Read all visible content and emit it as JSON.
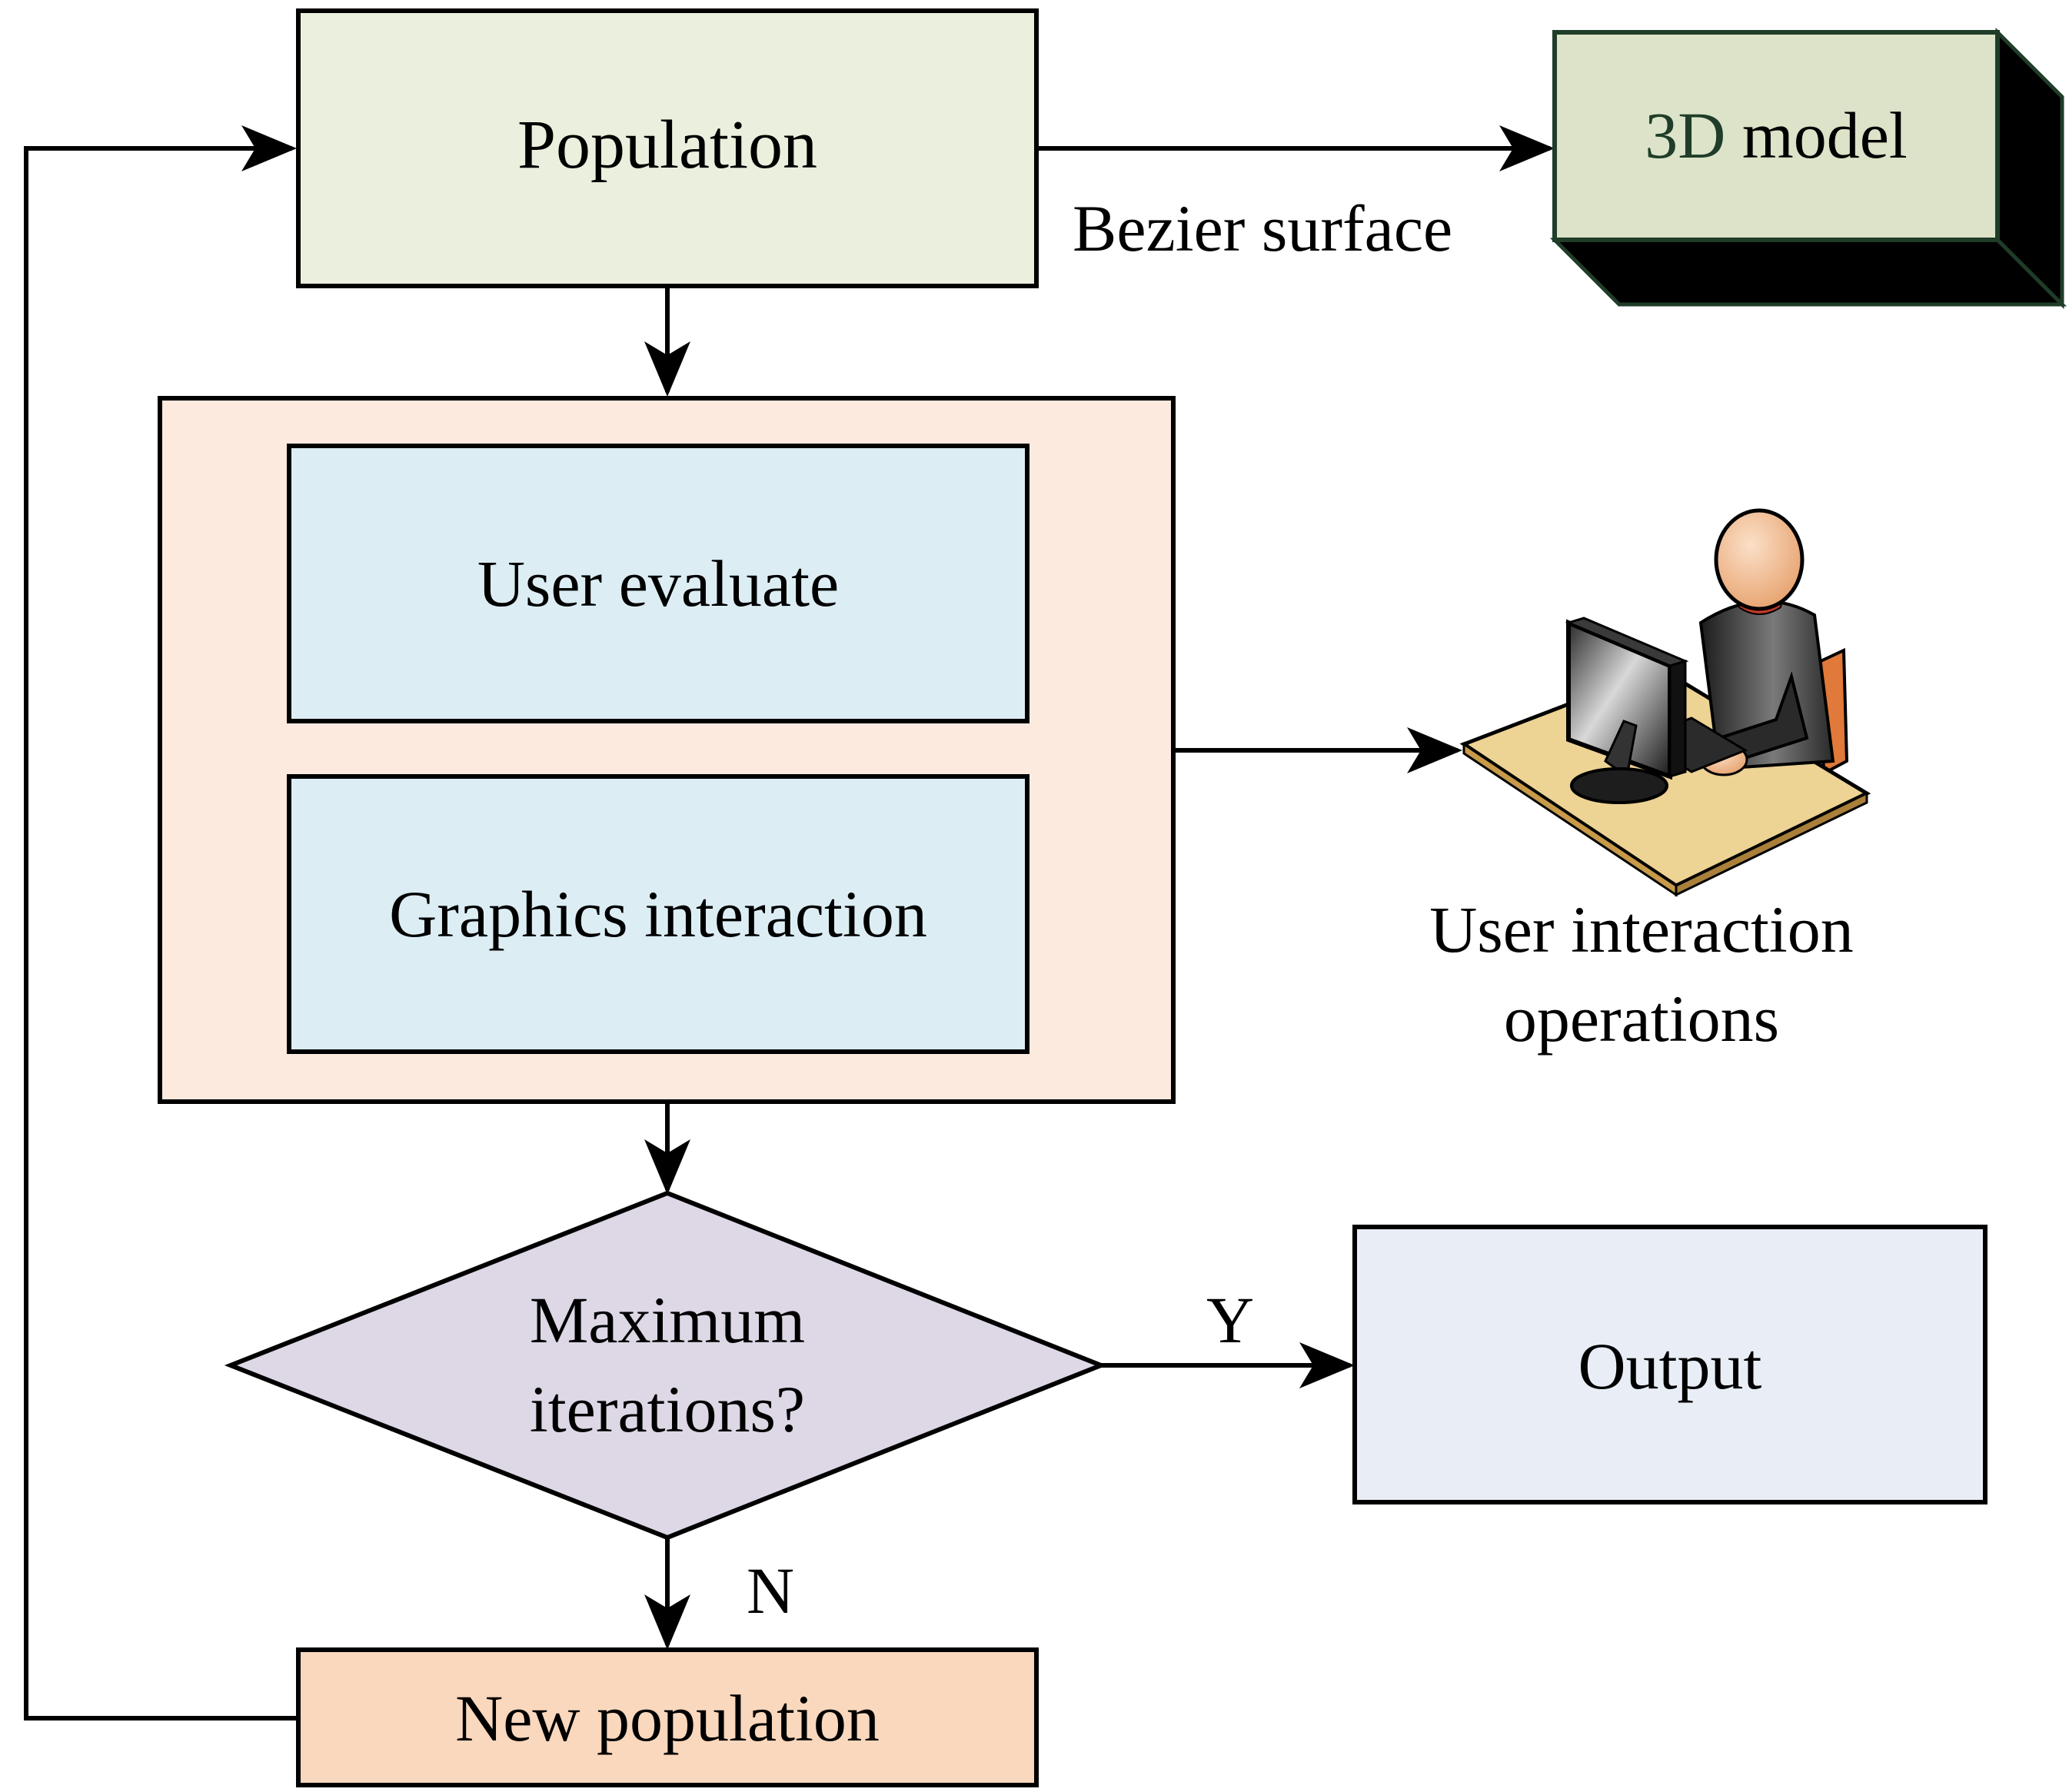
{
  "nodes": {
    "population": "Population",
    "model_3d_prefix": "3D",
    "model_3d_suffix": " model",
    "user_evaluate": "User evaluate",
    "graphics_interaction": "Graphics interaction",
    "decision_line1": "Maximum",
    "decision_line2": "iterations?",
    "output": "Output",
    "new_population": "New population"
  },
  "edge_labels": {
    "bezier": "Bezier surface",
    "yes": "Y",
    "no": "N"
  },
  "caption": {
    "line1": "User interaction",
    "line2": "operations"
  },
  "icons": {
    "user_workstation": "user-at-computer-icon"
  },
  "colors": {
    "population_fill": "#EAF0DD",
    "model_face": "#DCE3C8",
    "model_border": "#1F3D28",
    "model_text_accent": "#1F3D28",
    "group_fill": "#FCEADE",
    "inner_fill": "#DCEEF4",
    "decision_fill": "#DDD7E6",
    "output_fill": "#E8EDF6",
    "new_population_fill": "#FAD8BD",
    "line": "#000000"
  }
}
